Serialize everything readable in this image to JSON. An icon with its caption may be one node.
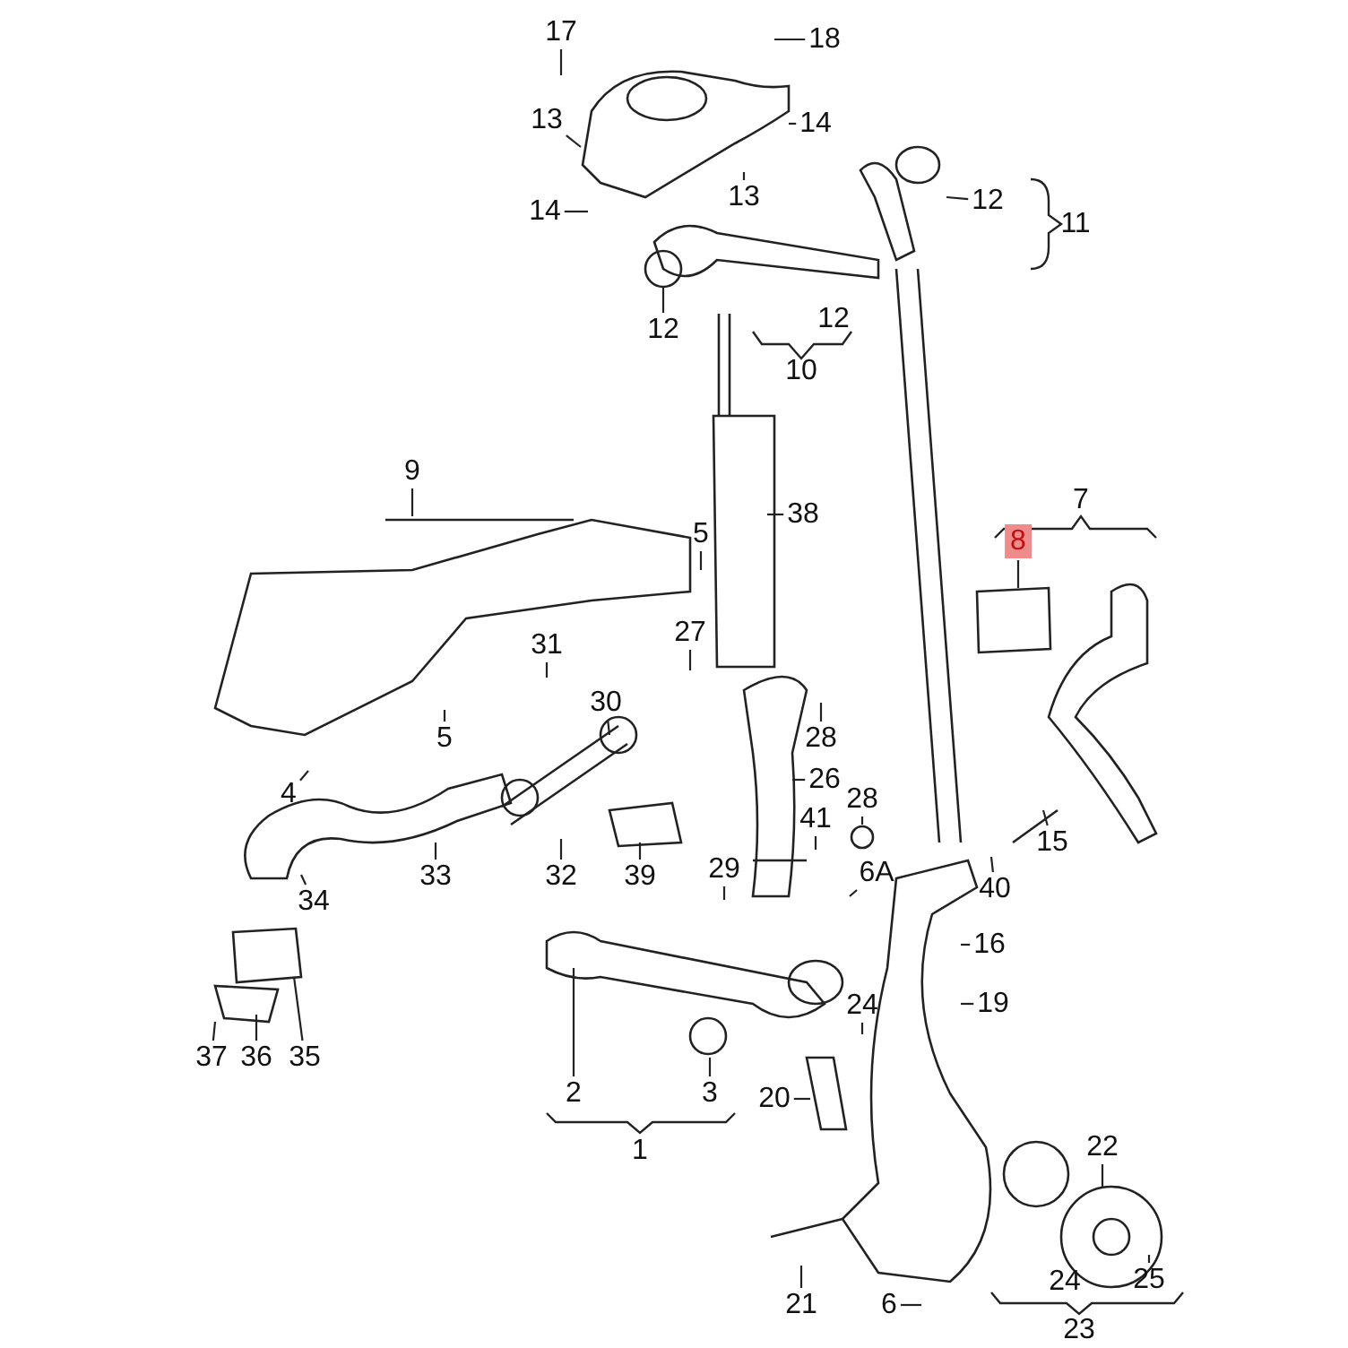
{
  "diagram": {
    "nodes": [
      {
        "text": [
          "17"
        ]
      },
      {
        "text": [
          "18"
        ]
      },
      {
        "text": [
          "13"
        ]
      },
      {
        "text": [
          "14"
        ]
      },
      {
        "text": [
          "13"
        ]
      },
      {
        "text": [
          "12"
        ]
      },
      {
        "text": [
          "14"
        ]
      },
      {
        "text": [
          "12"
        ]
      },
      {
        "text": [
          "9"
        ]
      },
      {
        "text": [
          "38"
        ]
      },
      {
        "text": [
          "5"
        ]
      },
      {
        "text": [
          "8"
        ]
      },
      {
        "text": [
          "31"
        ]
      },
      {
        "text": [
          "27"
        ]
      },
      {
        "text": [
          "30"
        ]
      },
      {
        "text": [
          "5"
        ]
      },
      {
        "text": [
          "28"
        ]
      },
      {
        "text": [
          "4"
        ]
      },
      {
        "text": [
          "26"
        ]
      },
      {
        "text": [
          "28"
        ]
      },
      {
        "text": [
          "41"
        ]
      },
      {
        "text": [
          "15"
        ]
      },
      {
        "text": [
          "40"
        ]
      },
      {
        "text": [
          "33"
        ]
      },
      {
        "text": [
          "32"
        ]
      },
      {
        "text": [
          "39"
        ]
      },
      {
        "text": [
          "29"
        ]
      },
      {
        "text": [
          "6A"
        ]
      },
      {
        "text": [
          "34"
        ]
      },
      {
        "text": [
          "16"
        ]
      },
      {
        "text": [
          "19"
        ]
      },
      {
        "text": [
          "24"
        ]
      },
      {
        "text": [
          "37"
        ]
      },
      {
        "text": [
          "36"
        ]
      },
      {
        "text": [
          "35"
        ]
      },
      {
        "text": [
          "2"
        ]
      },
      {
        "text": [
          "3"
        ]
      },
      {
        "text": [
          "20"
        ]
      },
      {
        "text": [
          "22"
        ]
      },
      {
        "text": [
          "21"
        ]
      },
      {
        "text": [
          "6"
        ]
      },
      {
        "text": [
          "25"
        ]
      }
    ],
    "edges": [
      {
        "from": 0,
        "to": null,
        "arrow": "none"
      },
      {
        "from": 1,
        "to": null,
        "arrow": "none"
      },
      {
        "from": 2,
        "to": null,
        "arrow": "none"
      },
      {
        "from": 3,
        "to": null,
        "arrow": "none"
      },
      {
        "from": 4,
        "to": null,
        "arrow": "none"
      },
      {
        "from": 5,
        "to": null,
        "arrow": "none"
      },
      {
        "from": 6,
        "to": null,
        "arrow": "none"
      },
      {
        "from": 7,
        "to": null,
        "arrow": "none"
      },
      {
        "from": 8,
        "to": null,
        "arrow": "none"
      },
      {
        "from": 9,
        "to": null,
        "arrow": "none"
      },
      {
        "from": 10,
        "to": null,
        "arrow": "none"
      },
      {
        "from": 11,
        "to": null,
        "arrow": "none"
      },
      {
        "from": 12,
        "to": null,
        "arrow": "none"
      },
      {
        "from": 13,
        "to": null,
        "arrow": "none"
      },
      {
        "from": 14,
        "to": null,
        "arrow": "none"
      },
      {
        "from": 15,
        "to": null,
        "arrow": "none"
      },
      {
        "from": 16,
        "to": null,
        "arrow": "none"
      },
      {
        "from": 17,
        "to": null,
        "arrow": "none"
      },
      {
        "from": 18,
        "to": null,
        "arrow": "none"
      },
      {
        "from": 19,
        "to": null,
        "arrow": "none"
      },
      {
        "from": 20,
        "to": null,
        "arrow": "none"
      },
      {
        "from": 21,
        "to": null,
        "arrow": "none"
      },
      {
        "from": 22,
        "to": null,
        "arrow": "none"
      },
      {
        "from": 23,
        "to": null,
        "arrow": "none"
      },
      {
        "from": 24,
        "to": null,
        "arrow": "none"
      },
      {
        "from": 25,
        "to": null,
        "arrow": "none"
      },
      {
        "from": 26,
        "to": null,
        "arrow": "none"
      },
      {
        "from": 27,
        "to": null,
        "arrow": "none"
      },
      {
        "from": 28,
        "to": null,
        "arrow": "none"
      },
      {
        "from": 29,
        "to": null,
        "arrow": "none"
      },
      {
        "from": 30,
        "to": null,
        "arrow": "none"
      },
      {
        "from": 31,
        "to": null,
        "arrow": "none"
      },
      {
        "from": 32,
        "to": null,
        "arrow": "none"
      },
      {
        "from": 33,
        "to": null,
        "arrow": "none"
      },
      {
        "from": 34,
        "to": null,
        "arrow": "none"
      },
      {
        "from": 35,
        "to": null,
        "arrow": "none"
      },
      {
        "from": 36,
        "to": null,
        "arrow": "none"
      },
      {
        "from": 37,
        "to": null,
        "arrow": "none"
      },
      {
        "from": 38,
        "to": null,
        "arrow": "none"
      },
      {
        "from": 39,
        "to": null,
        "arrow": "none"
      },
      {
        "from": 40,
        "to": null,
        "arrow": "none"
      },
      {
        "from": 41,
        "to": null,
        "arrow": "none"
      }
    ],
    "labels": [
      "11",
      "12",
      "10",
      "7",
      "1",
      "24",
      "23"
    ]
  }
}
